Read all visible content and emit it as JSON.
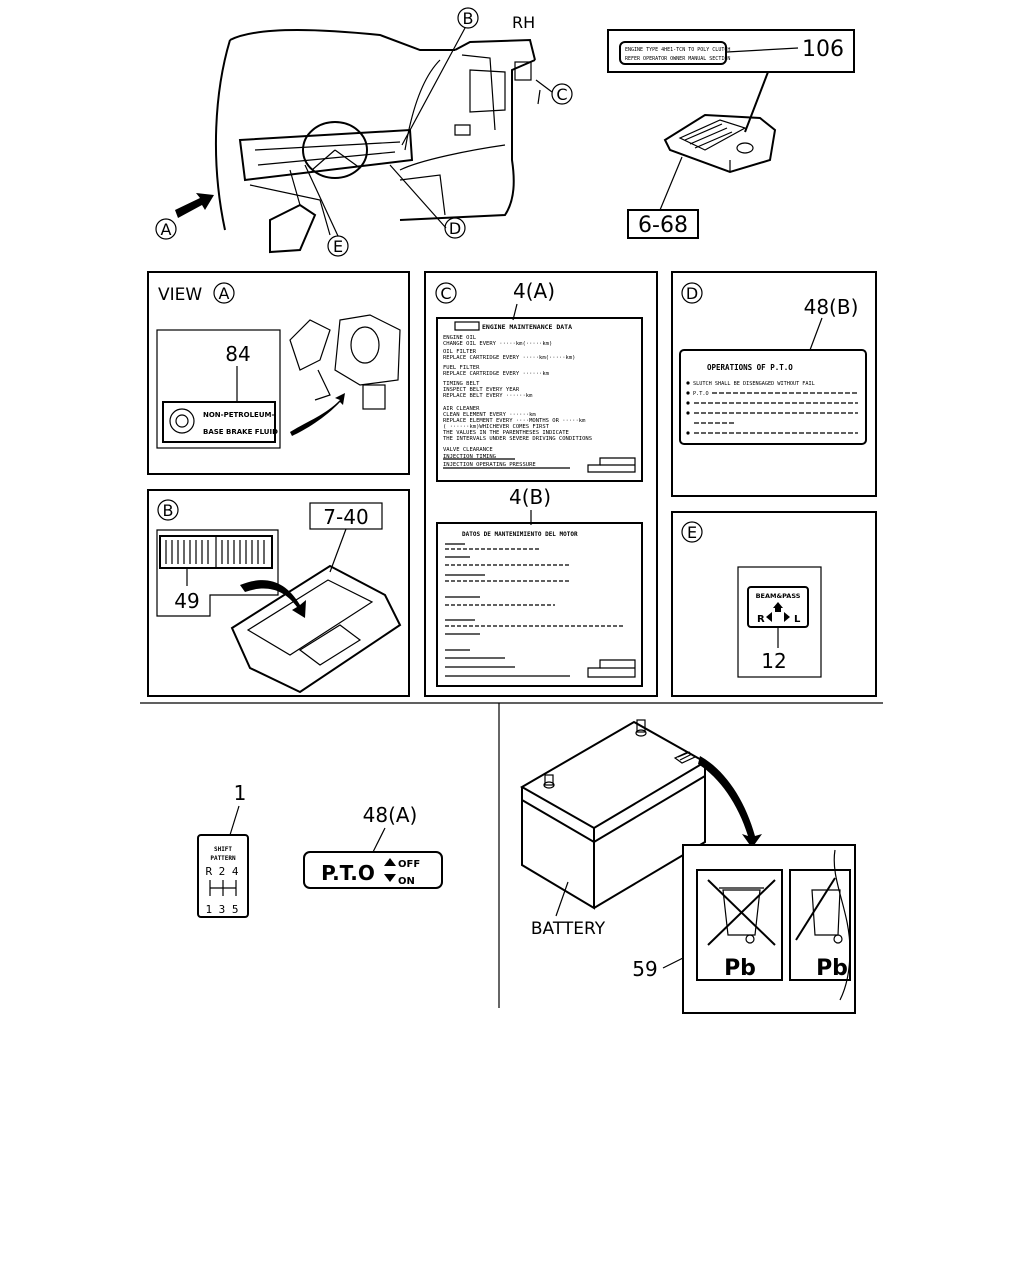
{
  "callouts": {
    "A": "A",
    "B": "B",
    "C": "C",
    "D": "D",
    "E": "E"
  },
  "rh_label": "RH",
  "parts": {
    "p106": "106",
    "p6_68": "6-68",
    "p84": "84",
    "p7_40": "7-40",
    "p49": "49",
    "p4a": "4(A)",
    "p4b": "4(B)",
    "p48b": "48(B)",
    "p12": "12",
    "p1": "1",
    "p48a": "48(A)",
    "p59": "59"
  },
  "view_a": {
    "title": "VIEW",
    "label_line1": "NON-PETROLEUM-",
    "label_line2": "BASE BRAKE FLUID"
  },
  "panel_c": {
    "title_4a": "ENGINE MAINTENANCE DATA",
    "lines_4a": [
      "ENGINE OIL",
      "CHANGE OIL EVERY ·····km(·····km)",
      "OIL FILTER",
      "REPLACE CARTRIDGE EVERY ·····km(·····km)",
      "FUEL FILTER",
      "REPLACE CARTRIDGE EVERY ······km",
      "TIMING BELT",
      "INSPECT BELT EVERY YEAR",
      "REPLACE BELT EVERY ······km",
      "AIR CLEANER",
      "CLEAN ELEMENT EVERY ······km",
      "REPLACE ELEMENT EVERY ····MONTHS OR ·····km",
      "( ······km)WHICHEVER COMES FIRST",
      "THE VALUES IN THE PARENTHESES INDICATE",
      "THE INTERVALS UNDER SEVERE DRIVING CONDITIONS",
      "VALVE CLEARANCE",
      "INJECTION TIMING",
      "INJECTION OPERATING PRESSURE"
    ],
    "title_4b": "DATOS DE MANTENIMIENTO DEL MOTOR"
  },
  "panel_d": {
    "title": "OPERATIONS OF P.T.O",
    "line1": "SLUTCH SHALL BE DISENGAGED WITHOUT FAIL",
    "line2": "P.T.O"
  },
  "panel_e": {
    "beam_label": "BEAM&PASS",
    "r": "R",
    "l": "L"
  },
  "label_106": {
    "line1": "ENGINE TYPE 4HE1-TCN TO POLY CLUTCH",
    "line2": "REFER OPERATOR OWNER MANUAL SECTION"
  },
  "shift_pattern": {
    "title1": "SHIFT",
    "title2": "PATTERN",
    "top_row": "R 2 4",
    "bottom_row": "1 3 5"
  },
  "pto_label": {
    "text": "P.T.O",
    "off": "OFF",
    "on": "ON"
  },
  "battery": {
    "label": "BATTERY",
    "pb": "Pb"
  }
}
